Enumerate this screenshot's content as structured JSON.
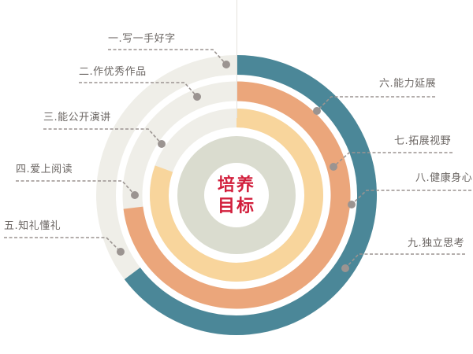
{
  "center_title": {
    "line1": "培养",
    "line2": "目标"
  },
  "goals": [
    {
      "label": "一.写一手好字"
    },
    {
      "label": "二.作优秀作品"
    },
    {
      "label": "三.能公开演讲"
    },
    {
      "label": "四.爱上阅读"
    },
    {
      "label": "五.知礼懂礼"
    },
    {
      "label": "六.能力延展"
    },
    {
      "label": "七.拓展视野"
    },
    {
      "label": "八.健康身心"
    },
    {
      "label": "九.独立思考"
    }
  ],
  "colors": {
    "teal": "#4b8798",
    "orange": "#eba67b",
    "yellow": "#f8d59c",
    "sage": "#dadccf",
    "gray": "#efeee8",
    "leader": "#9b9491",
    "title": "#d21f3c"
  }
}
